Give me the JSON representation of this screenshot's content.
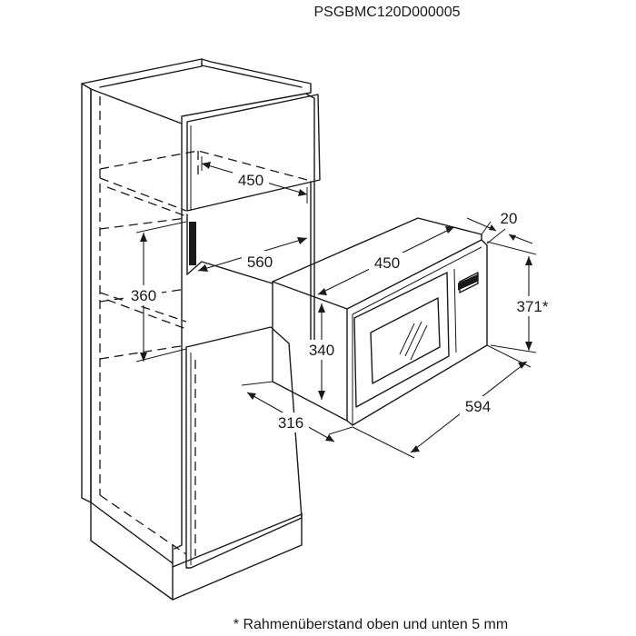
{
  "header": {
    "code": "PSGBMC120D000005"
  },
  "dimensions": {
    "cabinet_niche_depth": "450",
    "cabinet_niche_width": "560",
    "cabinet_niche_height": "360",
    "appliance_depth": "450",
    "appliance_height": "340",
    "appliance_side_depth": "316",
    "frame_offset": "20",
    "frame_height": "371*",
    "frame_width": "594"
  },
  "footnote": {
    "text": "* Rahmenüberstand oben und unten 5 mm"
  }
}
